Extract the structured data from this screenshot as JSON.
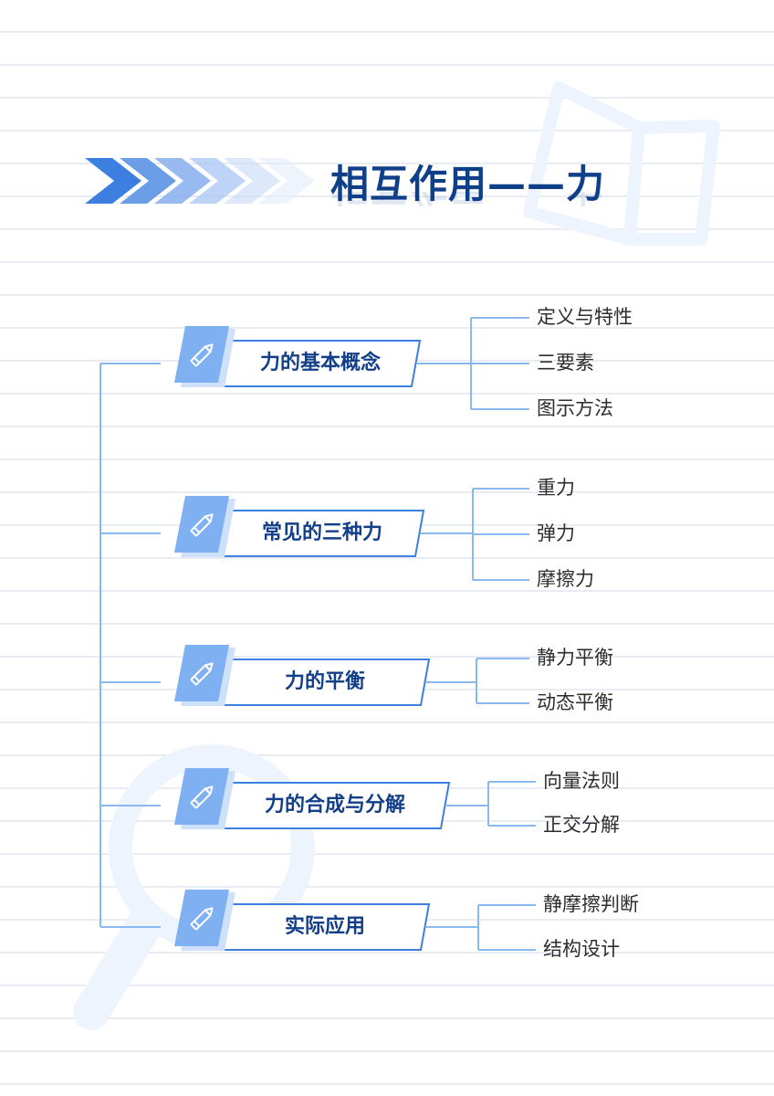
{
  "title": "相互作用——力",
  "colors": {
    "accent": "#3d7fe0",
    "title": "#103f8a",
    "line": "#8ab8f0",
    "label": "#123f87",
    "leaf_text": "#2d2d2d"
  },
  "topics": [
    {
      "label": "力的基本概念",
      "icon": "pencil-icon",
      "children": [
        "定义与特性",
        "三要素",
        "图示方法"
      ]
    },
    {
      "label": "常见的三种力",
      "icon": "pencil-icon",
      "children": [
        "重力",
        "弹力",
        "摩擦力"
      ]
    },
    {
      "label": "力的平衡",
      "icon": "pencil-icon",
      "children": [
        "静力平衡",
        "动态平衡"
      ]
    },
    {
      "label": "力的合成与分解",
      "icon": "pencil-icon",
      "children": [
        "向量法则",
        "正交分解"
      ]
    },
    {
      "label": "实际应用",
      "icon": "pencil-icon",
      "children": [
        "静摩擦判断",
        "结构设计"
      ]
    }
  ]
}
